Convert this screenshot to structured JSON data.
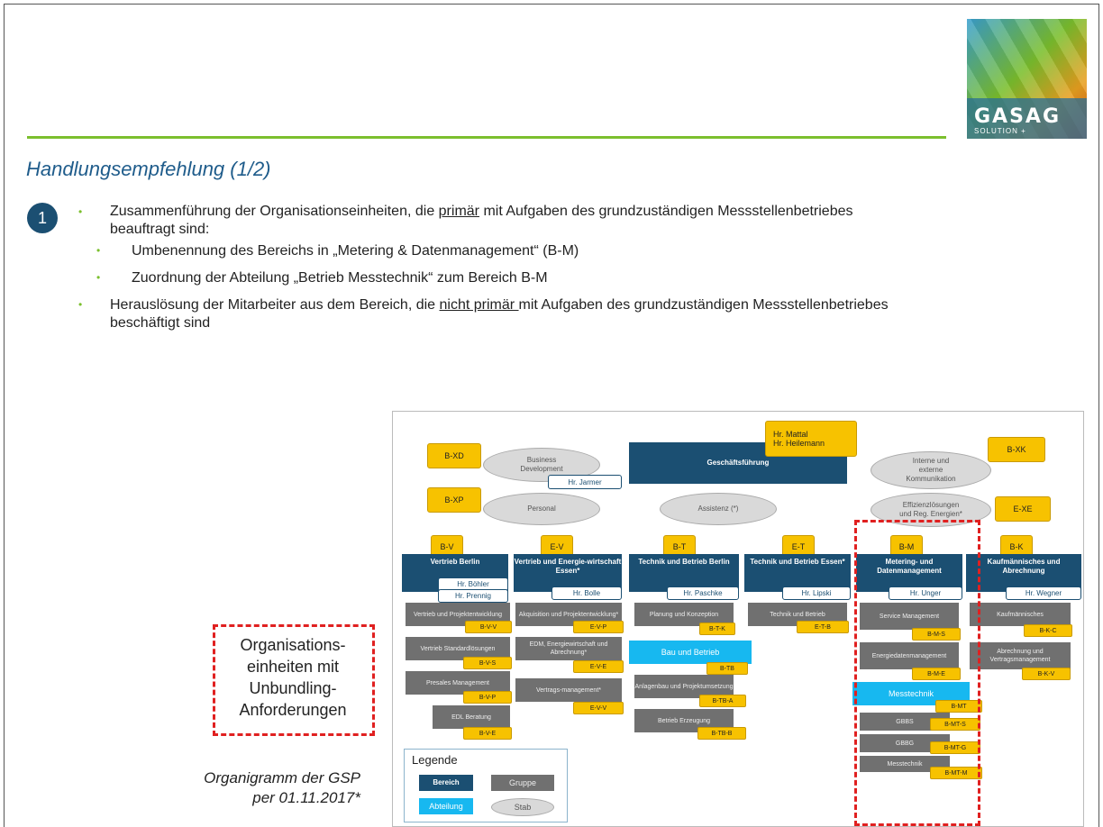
{
  "logo": {
    "brand": "GASAG",
    "sub": "SOLUTION +"
  },
  "title": "Handlungsempfehlung (1/2)",
  "step_number": "1",
  "bullets": {
    "b1_pre": "Zusammenführung der Organisationseinheiten, die ",
    "b1_u": "primär",
    "b1_post": " mit Aufgaben des grundzuständigen Messstellenbetriebes",
    "b1_line2": "beauftragt sind:",
    "s1": "Umbenennung des Bereichs in „Metering & Datenmanagement“ (B-M)",
    "s2": "Zuordnung der Abteilung „Betrieb Messtechnik“ zum Bereich B-M",
    "b2_pre": "Herauslösung der Mitarbeiter aus dem Bereich, die ",
    "b2_u": "nicht primär ",
    "b2_post": "mit Aufgaben des grundzuständigen Messstellenbetriebes",
    "b2_line2": "beschäftigt sind"
  },
  "side_label": {
    "l1": "Organisations-",
    "l2": "einheiten mit",
    "l3": "Unbundling-",
    "l4": "Anforderungen"
  },
  "caption": {
    "l1": "Organigramm der GSP",
    "l2": "per 01.11.2017*"
  },
  "chart": {
    "gf": "Geschäftsführung",
    "gf_names": {
      "l1": "Hr. Mattal",
      "l2": "Hr. Heilemann"
    },
    "bd": {
      "l1": "Business",
      "l2": "Development"
    },
    "bd_tag": "B-XD",
    "jarmer": "Hr. Jarmer",
    "personal": "Personal",
    "personal_tag": "B-XP",
    "assistenz": "Assistenz (*)",
    "ik": {
      "l1": "Interne und",
      "l2": "externe",
      "l3": "Kommunikation"
    },
    "ik_tag": "B-XK",
    "eff": {
      "l1": "Effizienzlösungen",
      "l2": "und Reg. Energien*"
    },
    "eff_tag": "E-XE",
    "cols": [
      {
        "tag": "B-V",
        "name": "Vertrieb Berlin",
        "person1": "Hr. Böhler",
        "person2": "Hr. Prennig"
      },
      {
        "tag": "E-V",
        "name": "Vertrieb und Energie-wirtschaft Essen*",
        "person1": "Hr. Bolle"
      },
      {
        "tag": "B-T",
        "name": "Technik und Betrieb Berlin",
        "person1": "Hr. Paschke"
      },
      {
        "tag": "E-T",
        "name": "Technik und Betrieb Essen*",
        "person1": "Hr. Lipski"
      },
      {
        "tag": "B-M",
        "name": "Metering- und Datenmanagement",
        "person1": "Hr. Unger"
      },
      {
        "tag": "B-K",
        "name": "Kaufmännisches und Abrechnung",
        "person1": "Hr. Wegner"
      }
    ],
    "units": {
      "bv1": "Vertrieb und Projektentwicklung",
      "bv1t": "B-V-V",
      "bv2": "Vertrieb Standardlösungen",
      "bv2t": "B-V-S",
      "bv3": "Presales Management",
      "bv3t": "B-V-P",
      "bv4": "EDL Beratung",
      "bv4t": "B-V-E",
      "ev1": "Akquisition und Projektentwicklung*",
      "ev1t": "E-V-P",
      "ev2": "EDM, Energiewirtschaft und Abrechnung*",
      "ev2t": "E-V-E",
      "ev3": "Vertrags-management*",
      "ev3t": "E-V-V",
      "bt1": "Planung und Konzeption",
      "bt1t": "B-T-K",
      "bt2": "Bau und Betrieb",
      "bt2t": "B-TB",
      "bt3": "Anlagenbau und Projektumsetzung",
      "bt3t": "B-TB-A",
      "bt4": "Betrieb Erzeugung",
      "bt4t": "B-TB-B",
      "et1": "Technik und Betrieb",
      "et1t": "E-T-B",
      "bm1": "Service Management",
      "bm1t": "B-M-S",
      "bm2": "Energiedatenmanagement",
      "bm2t": "B-M-E",
      "bm3": "Messtechnik",
      "bm3t": "B-MT",
      "bm4": "GBBS",
      "bm4t": "B-MT-S",
      "bm5": "GBBG",
      "bm5t": "B-MT-G",
      "bm6": "Messtechnik",
      "bm6t": "B-MT-M",
      "bk1": "Kaufmännisches",
      "bk1t": "B-K-C",
      "bk2": "Abrechnung und Vertragsmanagement",
      "bk2t": "B-K-V"
    },
    "legend": {
      "title": "Legende",
      "bereich": "Bereich",
      "gruppe": "Gruppe",
      "abteilung": "Abteilung",
      "stab": "Stab"
    }
  },
  "colors": {
    "navy": "#1b4f72",
    "green": "#7bbf2e",
    "yellow": "#f7c200",
    "cyan": "#17b8f0",
    "grey": "#707070",
    "red": "#e02020"
  }
}
